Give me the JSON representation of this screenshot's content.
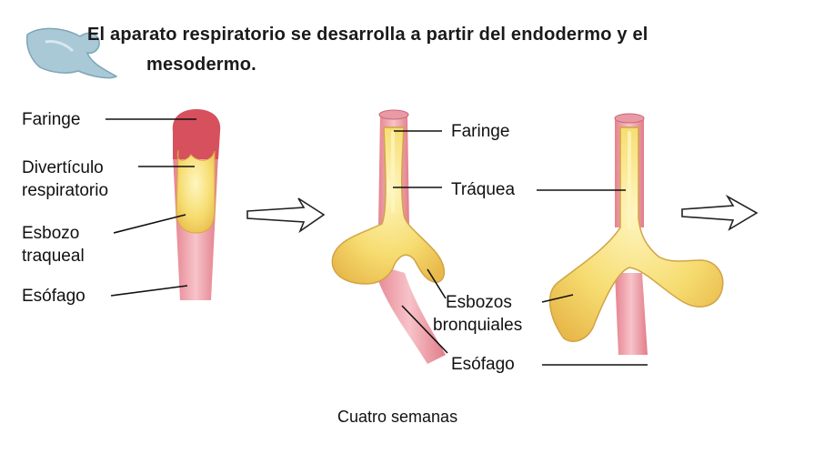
{
  "title": {
    "line1": "El aparato respiratorio se desarrolla a partir del endodermo y el",
    "line2": "mesodermo."
  },
  "stage1": {
    "faringe": "Faringe",
    "diverticulo_1": "Divertículo",
    "diverticulo_2": "respiratorio",
    "esbozo_1": "Esbozo",
    "esbozo_2": "traqueal",
    "esofago": "Esófago"
  },
  "stage2": {
    "faringe": "Faringe",
    "traquea": "Tráquea",
    "esbozos_1": "Esbozos",
    "esbozos_2": "bronquiales",
    "esofago": "Esófago"
  },
  "caption": "Cuatro semanas",
  "icon": "lung-icon",
  "colors": {
    "endoderm": "#f5d96a",
    "esophagus": "#e89aa4",
    "pharynx": "#d9505e",
    "icon": "#a8c8d8"
  }
}
